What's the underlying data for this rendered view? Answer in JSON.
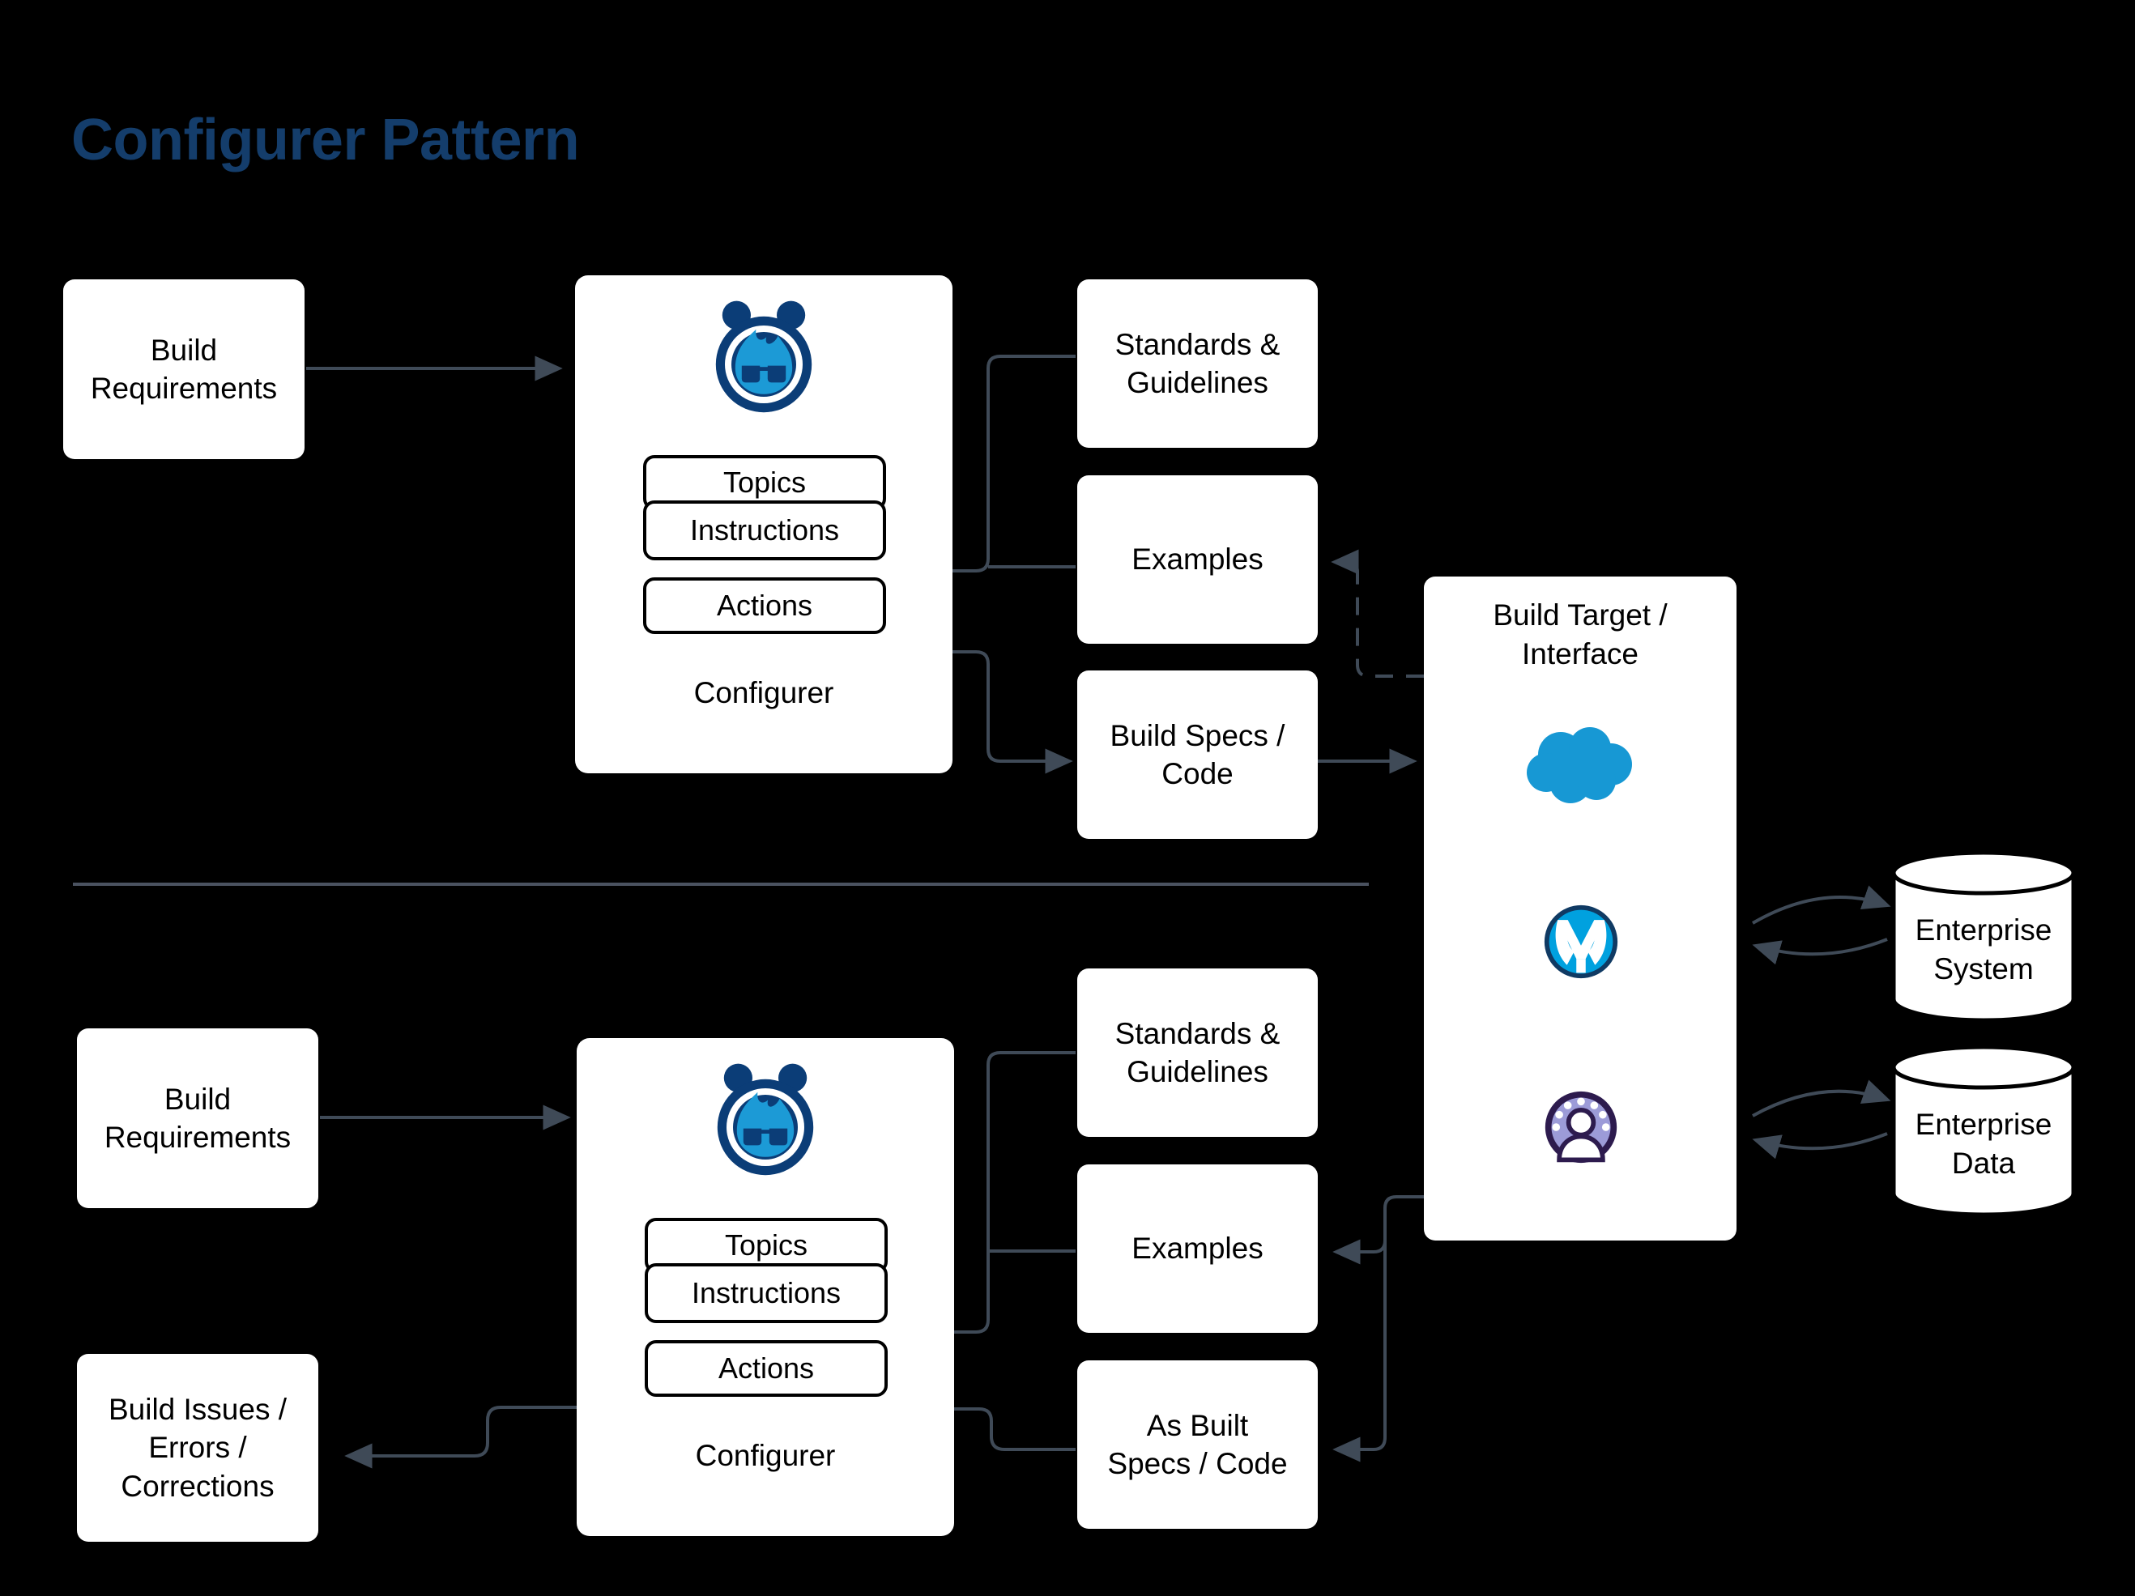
{
  "page": {
    "title": "Configurer Pattern",
    "title_color": "#143D6B",
    "background": "#000000"
  },
  "colors": {
    "box_fill": "#FFFFFF",
    "box_text": "#000000",
    "connector": "#3F4A57",
    "divider": "#4A5260",
    "agent_navy": "#0B3D77",
    "agent_blue": "#1C9AD6",
    "salesforce_cloud": "#1798D4",
    "mulesoft_blue": "#00A1DF",
    "mulesoft_navy": "#103A63",
    "identity_purple": "#2D1B4E",
    "identity_lavender": "#9C9BD8"
  },
  "top_flow": {
    "input": {
      "label": "Build\nRequirements",
      "name": "build-requirements"
    },
    "configurer": {
      "label": "Configurer",
      "icon": "agent-icon",
      "slots": [
        {
          "label": "Topics",
          "name": "topics"
        },
        {
          "label": "Instructions",
          "name": "instructions"
        },
        {
          "label": "Actions",
          "name": "actions"
        }
      ]
    },
    "artifacts": [
      {
        "label": "Standards &\nGuidelines",
        "name": "standards-guidelines"
      },
      {
        "label": "Examples",
        "name": "examples"
      },
      {
        "label": "Build Specs /\nCode",
        "name": "build-specs-code"
      }
    ]
  },
  "bottom_flow": {
    "input": {
      "label": "Build\nRequirements",
      "name": "build-requirements"
    },
    "output": {
      "label": "Build Issues /\nErrors /\nCorrections",
      "name": "build-issues-errors-corrections"
    },
    "configurer": {
      "label": "Configurer",
      "icon": "agent-icon",
      "slots": [
        {
          "label": "Topics",
          "name": "topics"
        },
        {
          "label": "Instructions",
          "name": "instructions"
        },
        {
          "label": "Actions",
          "name": "actions"
        }
      ]
    },
    "artifacts": [
      {
        "label": "Standards &\nGuidelines",
        "name": "standards-guidelines"
      },
      {
        "label": "Examples",
        "name": "examples"
      },
      {
        "label": "As Built\nSpecs / Code",
        "name": "as-built-specs-code"
      }
    ]
  },
  "build_target": {
    "title": "Build Target /\nInterface",
    "icons": [
      {
        "name": "salesforce-cloud-icon"
      },
      {
        "name": "mulesoft-icon"
      },
      {
        "name": "identity-user-icon"
      }
    ]
  },
  "stores": [
    {
      "label": "Enterprise\nSystem",
      "name": "enterprise-system"
    },
    {
      "label": "Enterprise\nData",
      "name": "enterprise-data"
    }
  ]
}
